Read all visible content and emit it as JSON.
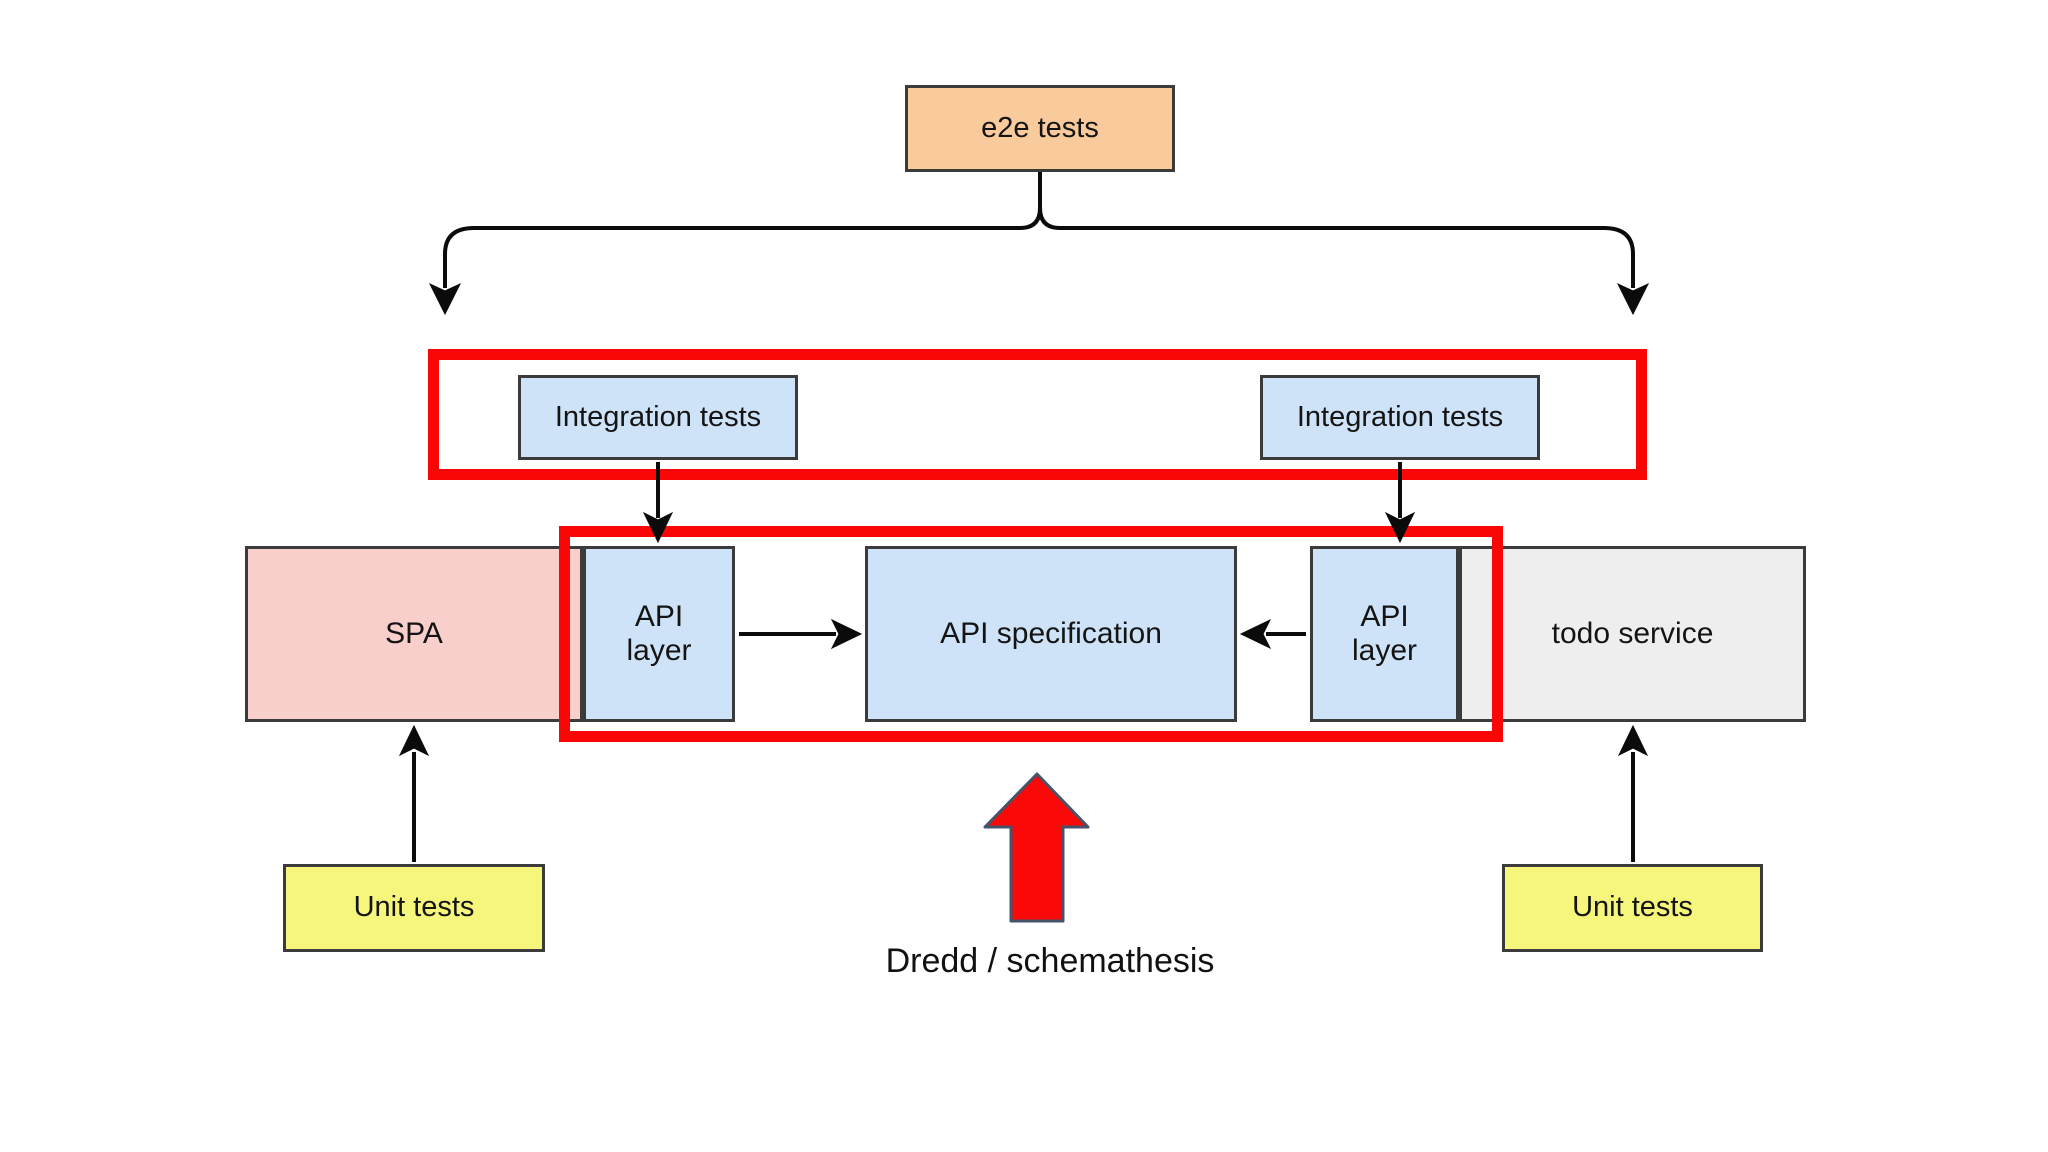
{
  "colors": {
    "orange": "#f9cb9c",
    "blue": "#cee3f8",
    "pink": "#f9cfcc",
    "gray": "#eeeeee",
    "yellow": "#f6f67d",
    "red": "#f90606",
    "border": "#3b3b3b",
    "line": "#0b0b0b",
    "arrow_fill": "#fb0808",
    "arrow_stroke": "#44546a"
  },
  "nodes": {
    "e2e": {
      "label": "e2e tests"
    },
    "integration_left": {
      "label": "Integration tests"
    },
    "integration_right": {
      "label": "Integration tests"
    },
    "spa": {
      "label": "SPA"
    },
    "api_layer_left": {
      "label": "API layer"
    },
    "api_spec": {
      "label": "API specification"
    },
    "api_layer_right": {
      "label": "API layer"
    },
    "todo": {
      "label": "todo service"
    },
    "unit_left": {
      "label": "Unit tests"
    },
    "unit_right": {
      "label": "Unit tests"
    }
  },
  "caption": {
    "label": "Dredd / schemathesis"
  }
}
